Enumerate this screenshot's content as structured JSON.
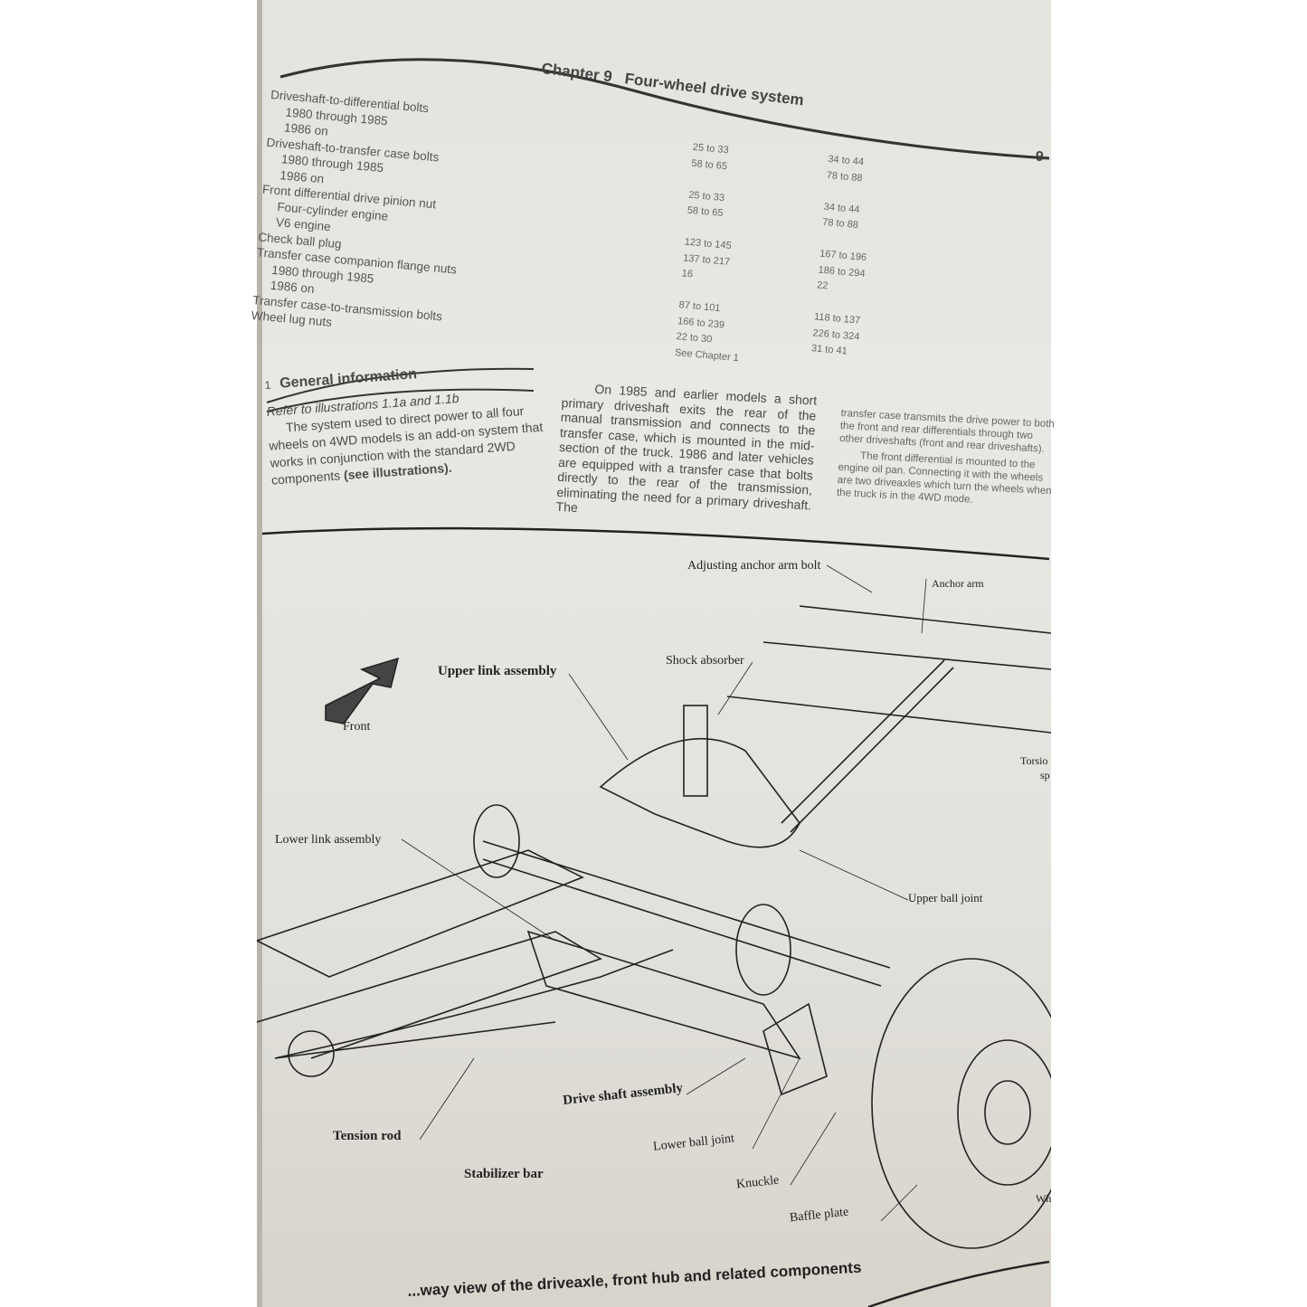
{
  "header": {
    "chapter": "Chapter 9",
    "title": "Four-wheel drive system",
    "page_number": "9-"
  },
  "specs": [
    {
      "label": "Driveshaft-to-differential bolts",
      "indent": false,
      "v1": "",
      "v2": ""
    },
    {
      "label": "1980 through 1985",
      "indent": true,
      "v1": "25 to 33",
      "v2": "34 to 44"
    },
    {
      "label": "1986 on",
      "indent": true,
      "v1": "58 to 65",
      "v2": "78 to 88"
    },
    {
      "label": "Driveshaft-to-transfer case bolts",
      "indent": false,
      "v1": "",
      "v2": ""
    },
    {
      "label": "1980 through 1985",
      "indent": true,
      "v1": "25 to 33",
      "v2": "34 to 44"
    },
    {
      "label": "1986 on",
      "indent": true,
      "v1": "58 to 65",
      "v2": "78 to 88"
    },
    {
      "label": "Front differential drive pinion nut",
      "indent": false,
      "v1": "",
      "v2": ""
    },
    {
      "label": "Four-cylinder engine",
      "indent": true,
      "v1": "123 to 145",
      "v2": "167 to 196"
    },
    {
      "label": "V6 engine",
      "indent": true,
      "v1": "137 to 217",
      "v2": "186 to 294"
    },
    {
      "label": "Check ball plug",
      "indent": false,
      "v1": "16",
      "v2": "22"
    },
    {
      "label": "Transfer case companion flange nuts",
      "indent": false,
      "v1": "",
      "v2": ""
    },
    {
      "label": "1980 through 1985",
      "indent": true,
      "v1": "87 to 101",
      "v2": "118 to 137"
    },
    {
      "label": "1986 on",
      "indent": true,
      "v1": "166 to 239",
      "v2": "226 to 324"
    },
    {
      "label": "Transfer case-to-transmission bolts",
      "indent": false,
      "v1": "22 to 30",
      "v2": "31 to 41"
    },
    {
      "label": "Wheel lug nuts",
      "indent": false,
      "v1": "See Chapter 1",
      "v2": ""
    }
  ],
  "section": {
    "number": "1",
    "title": "General information",
    "ref": "Refer to illustrations 1.1a and 1.1b",
    "p1": "The system used to direct power to all four wheels on 4WD models is an add-on system that works in conjunction with the standard 2WD components ",
    "p1_bold": "(see illustrations).",
    "p2": "On 1985 and earlier models a short primary driveshaft exits the rear of the manual transmission and connects to the transfer case, which is mounted in the mid-section of the truck. 1986 and later vehicles are equipped with a transfer case that bolts directly to the rear of the transmission, eliminating the need for a primary driveshaft. The",
    "p3": "transfer case transmits the drive power to both the front and rear differentials through two other driveshafts (front and rear driveshafts).",
    "p4": "The front differential is mounted to the engine oil pan. Connecting it with the wheels are two driveaxles which turn the wheels when the truck is in the 4WD mode."
  },
  "diagram": {
    "labels": {
      "adjusting_anchor_arm_bolt": "Adjusting anchor arm bolt",
      "anchor_arm": "Anchor arm",
      "upper_link_assembly": "Upper link assembly",
      "shock_absorber": "Shock absorber",
      "front": "Front",
      "torsion": "Torsio",
      "torsion_2": "sp",
      "lower_link_assembly": "Lower link assembly",
      "upper_ball_joint": "Upper ball joint",
      "drive_shaft_assembly": "Drive shaft assembly",
      "tension_rod": "Tension rod",
      "lower_ball_joint": "Lower ball joint",
      "stabilizer_bar": "Stabilizer bar",
      "knuckle": "Knuckle",
      "baffle_plate": "Baffle plate",
      "wheel": "Wh"
    },
    "caption": "...way view of the driveaxle, front hub and related components"
  }
}
